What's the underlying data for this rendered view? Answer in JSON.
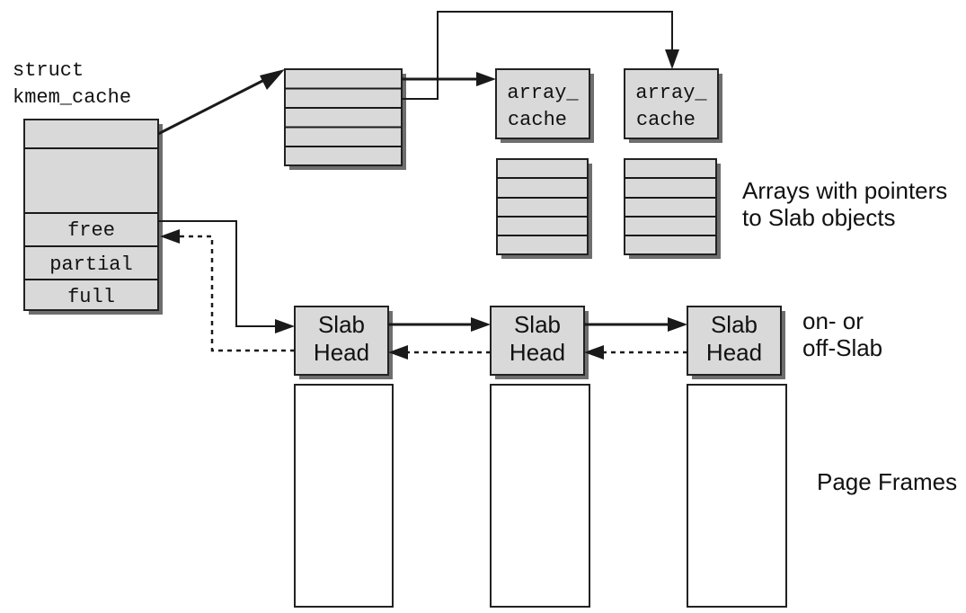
{
  "struct_label": [
    "struct",
    "kmem_cache"
  ],
  "kmem_cache_fields": {
    "free": "free",
    "partial": "partial",
    "full": "full"
  },
  "array_cache_label": [
    "array_",
    "cache"
  ],
  "arrays_label": [
    "Arrays with pointers",
    "to Slab objects"
  ],
  "slab_head_label": [
    "Slab",
    "Head"
  ],
  "on_off_slab_label": [
    "on- or",
    "off-Slab"
  ],
  "page_frames_label": "Page Frames"
}
